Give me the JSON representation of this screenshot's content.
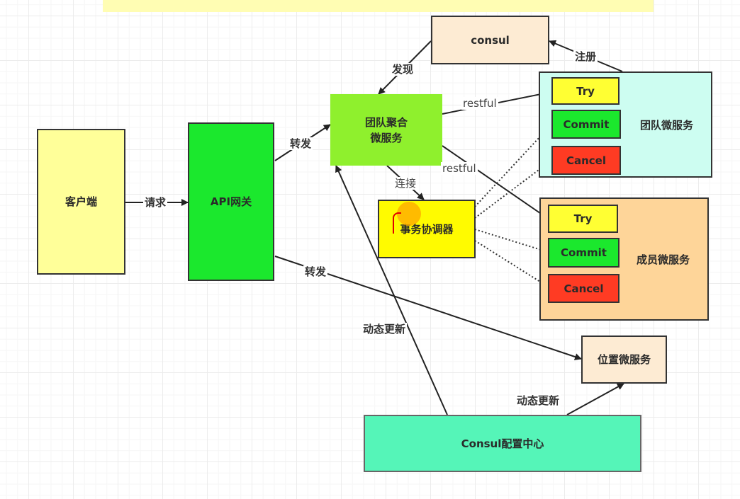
{
  "colors": {
    "client": "#ffff99",
    "gateway": "#1be82d",
    "team_aggregate": "#8ff02d",
    "consul": "#fdebd3",
    "team_service": "#cdfdf1",
    "member_service": "#fed599",
    "coordinator": "#fffb00",
    "try": "#ffff33",
    "commit": "#1be82d",
    "cancel": "#ff3b23",
    "location_service": "#fdebd3",
    "config_center": "#55f5b8"
  },
  "nodes": {
    "client": "客户端",
    "gateway": "API网关",
    "team_aggregate_line1": "团队聚合",
    "team_aggregate_line2": "微服务",
    "consul": "consul",
    "team_service": "团队微服务",
    "member_service": "成员微服务",
    "coordinator": "事务协调器",
    "location_service": "位置微服务",
    "config_center": "Consul配置中心",
    "team_try": "Try",
    "team_commit": "Commit",
    "team_cancel": "Cancel",
    "member_try": "Try",
    "member_commit": "Commit",
    "member_cancel": "Cancel"
  },
  "edges": {
    "request": "请求",
    "forward_1": "转发",
    "forward_2": "转发",
    "discover": "发现",
    "register": "注册",
    "restful_1": "restful",
    "restful_2": "restful",
    "connect": "连接",
    "dynamic_update_1": "动态更新",
    "dynamic_update_2": "动态更新"
  }
}
